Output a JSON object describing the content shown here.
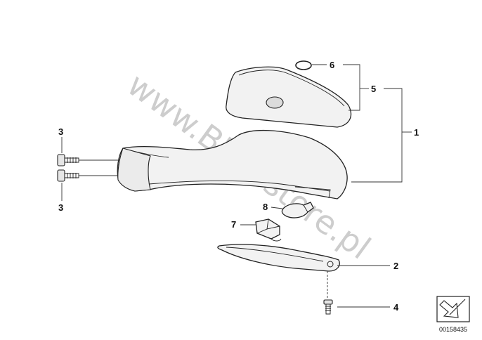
{
  "watermark": "www.BMWstore.pl",
  "callouts": {
    "c1": "1",
    "c2": "2",
    "c3a": "3",
    "c3b": "3",
    "c4": "4",
    "c5": "5",
    "c6": "6",
    "c7": "7",
    "c8": "8"
  },
  "diagram_id": "00158435",
  "icon": "arrow-in-box-icon",
  "colors": {
    "line": "#222222",
    "fill": "#f2f2f2",
    "watermark": "#bdbdbd"
  }
}
